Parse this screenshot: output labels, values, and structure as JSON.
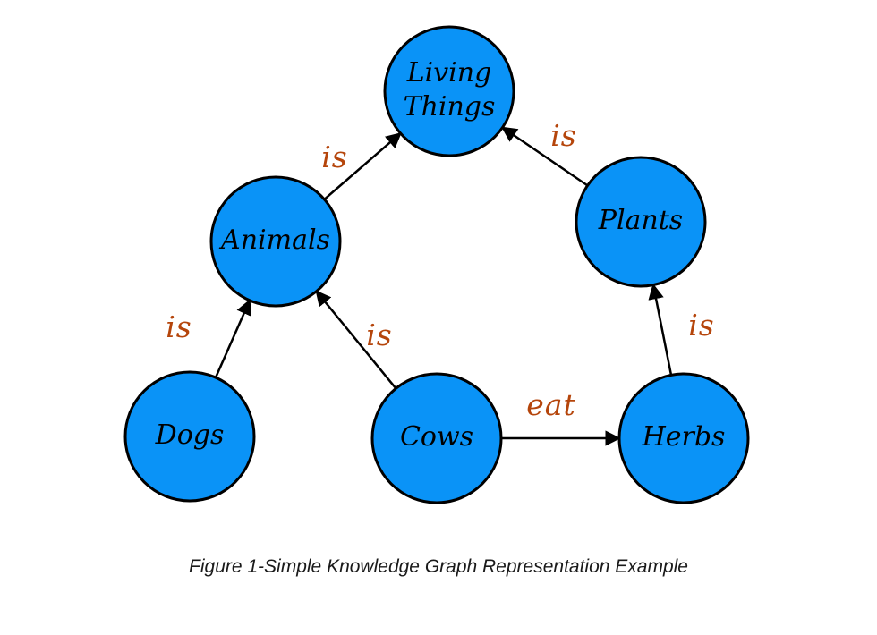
{
  "colors": {
    "node_fill": "#0a93f7",
    "node_stroke": "#000000",
    "edge": "#000000",
    "edge_label": "#b5450b"
  },
  "nodes": [
    {
      "id": "living-things",
      "lines": [
        "Living",
        "Things"
      ]
    },
    {
      "id": "animals",
      "lines": [
        "Animals"
      ]
    },
    {
      "id": "plants",
      "lines": [
        "Plants"
      ]
    },
    {
      "id": "dogs",
      "lines": [
        "Dogs"
      ]
    },
    {
      "id": "cows",
      "lines": [
        "Cows"
      ]
    },
    {
      "id": "herbs",
      "lines": [
        "Herbs"
      ]
    }
  ],
  "edges": [
    {
      "from": "animals",
      "to": "living-things",
      "label": "is"
    },
    {
      "from": "plants",
      "to": "living-things",
      "label": "is"
    },
    {
      "from": "dogs",
      "to": "animals",
      "label": "is"
    },
    {
      "from": "cows",
      "to": "animals",
      "label": "is"
    },
    {
      "from": "herbs",
      "to": "plants",
      "label": "is"
    },
    {
      "from": "cows",
      "to": "herbs",
      "label": "eat"
    }
  ],
  "caption": "Figure 1-Simple Knowledge Graph Representation Example"
}
